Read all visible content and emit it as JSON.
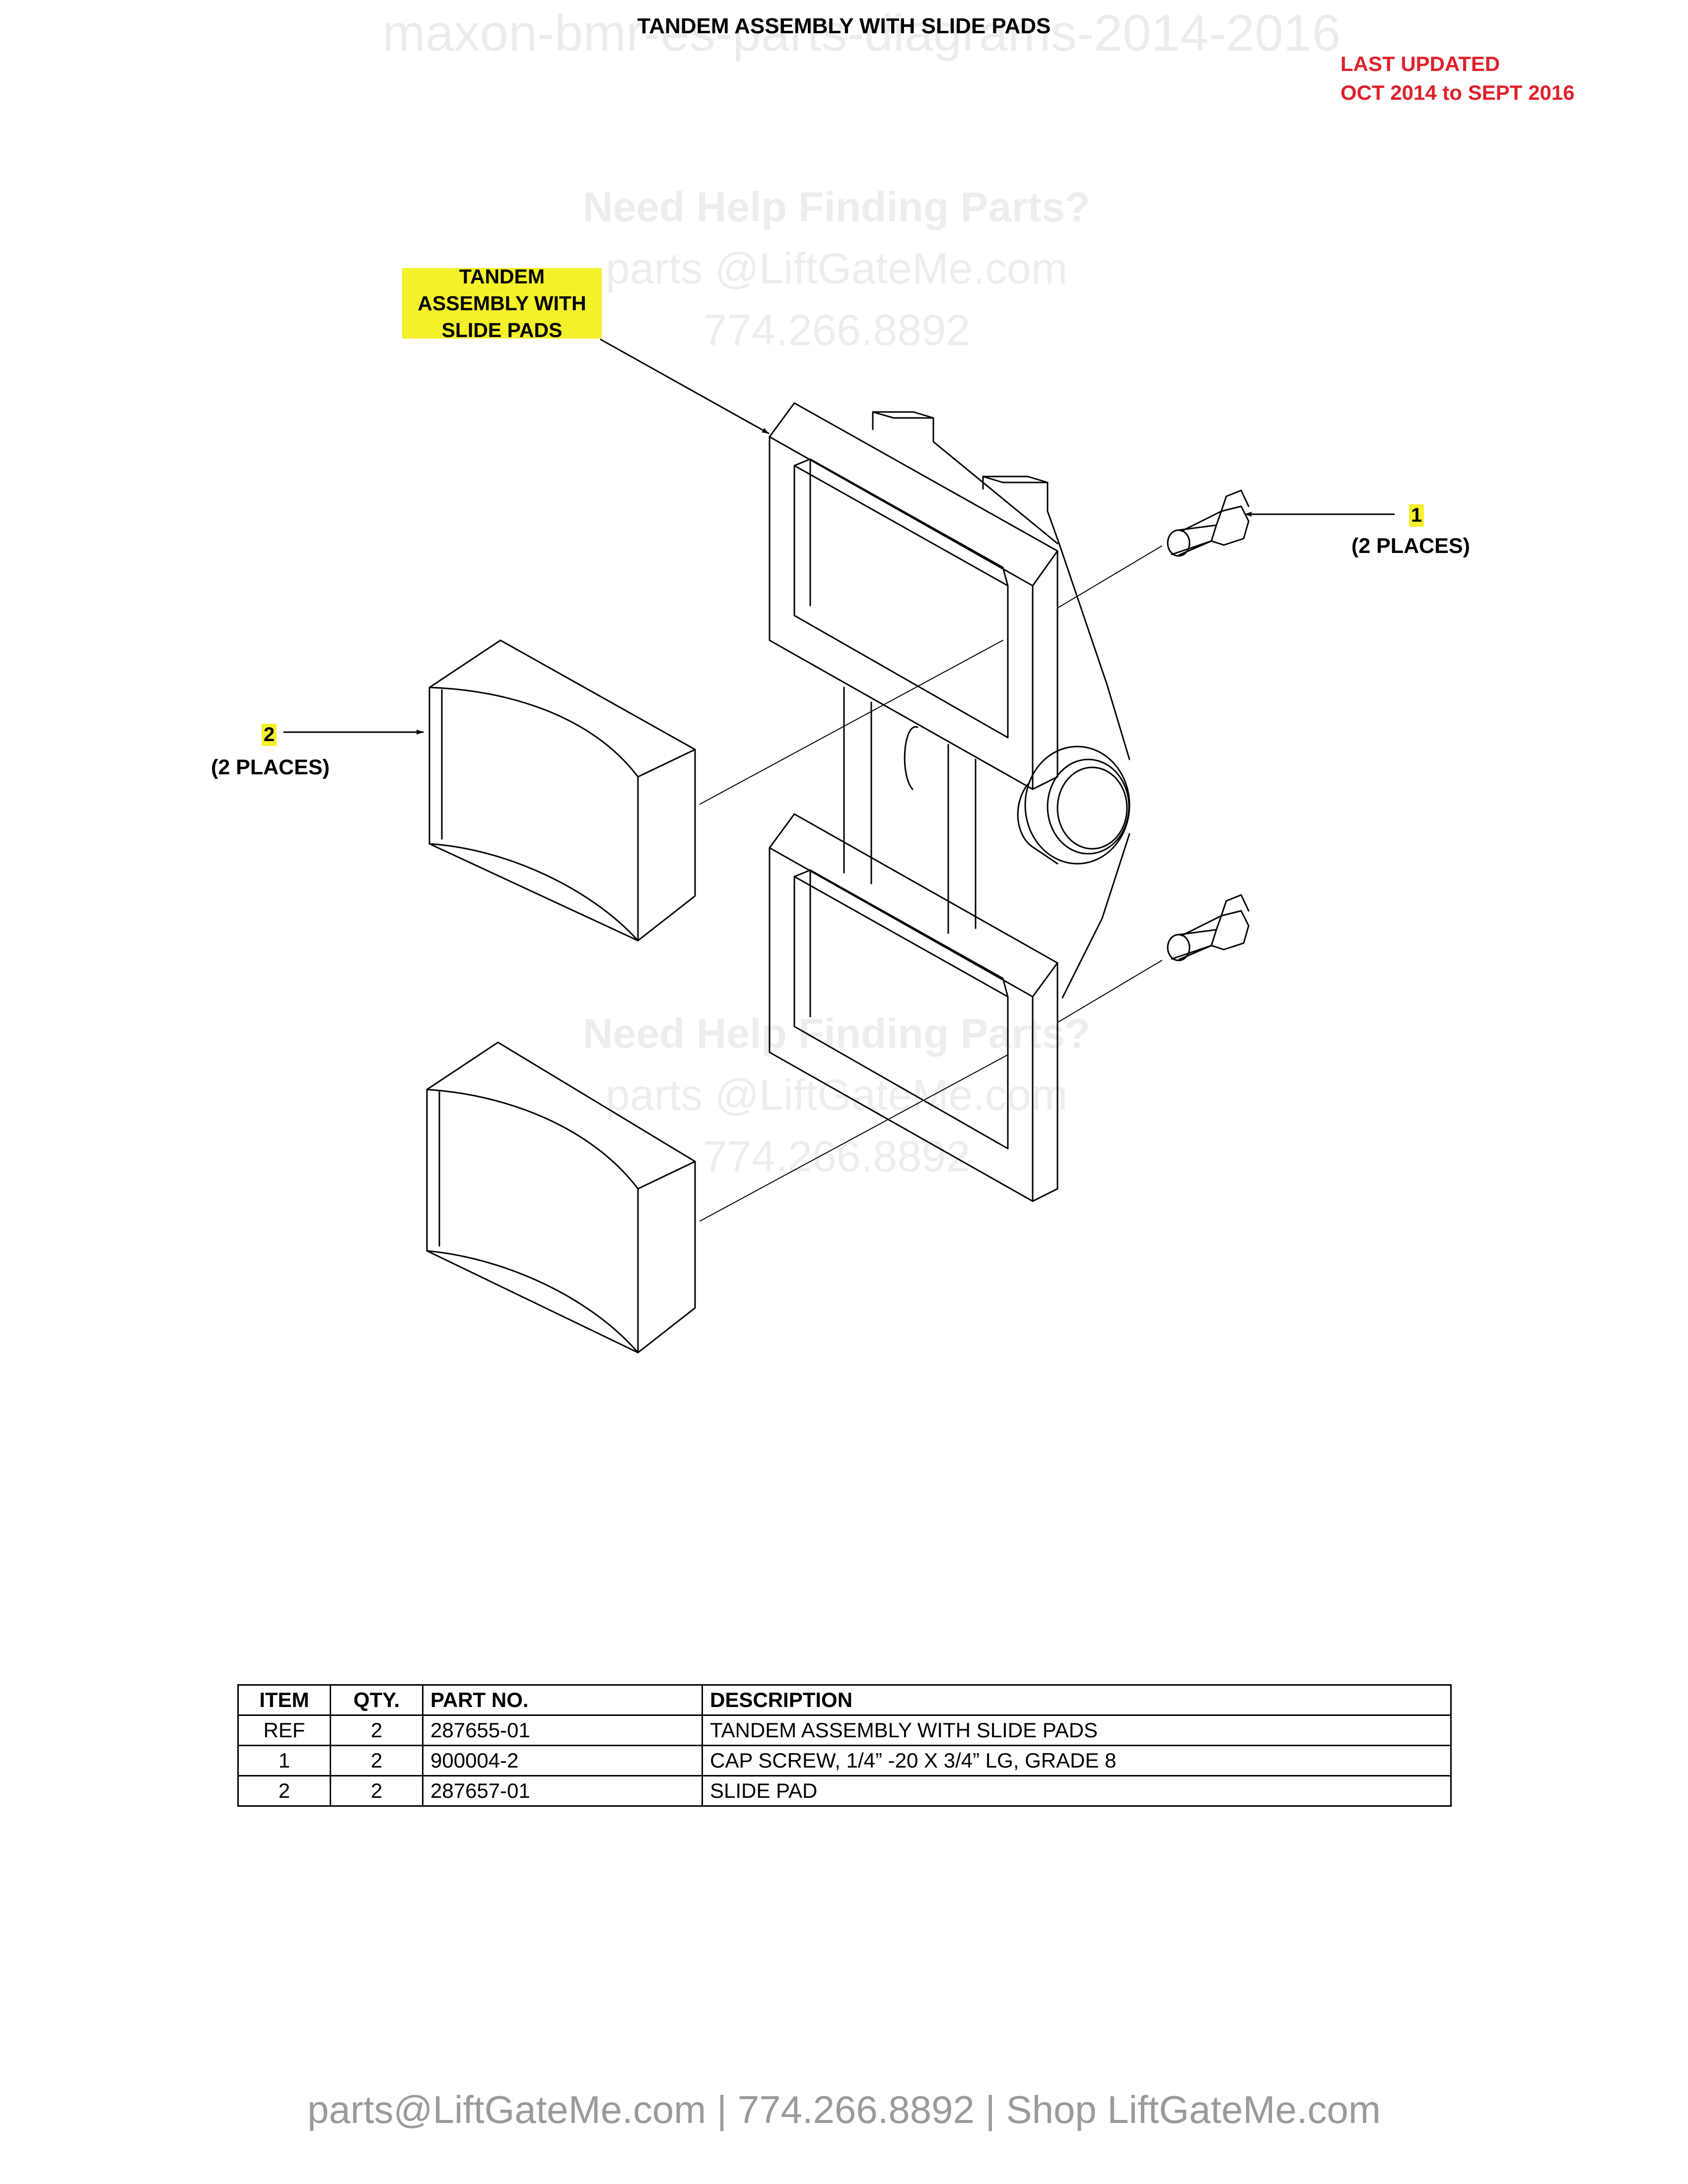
{
  "watermarks": {
    "top": "maxon-bmr-es-parts-diagrams-2014-2016",
    "help_blocks": [
      {
        "line1": "Need Help Finding Parts?",
        "line2": "parts @LiftGateMe.com",
        "line3": "774.266.8892"
      },
      {
        "line1": "Need Help Finding Parts?",
        "line2": "parts @LiftGateMe.com",
        "line3": "774.266.8892"
      }
    ]
  },
  "header": {
    "title": "TANDEM ASSEMBLY WITH SLIDE PADS",
    "last_updated_line1": "LAST UPDATED",
    "last_updated_line2": "OCT 2014 to SEPT 2016"
  },
  "callouts": {
    "assembly": {
      "line1": "TANDEM",
      "line2": "ASSEMBLY WITH",
      "line3": "SLIDE PADS"
    },
    "item1": {
      "number": "1",
      "places": "(2 PLACES)"
    },
    "item2": {
      "number": "2",
      "places": "(2 PLACES)"
    }
  },
  "colors": {
    "highlight": "#f4f02a",
    "updated_text": "#e0202a",
    "footer_text": "#9a9a9a"
  },
  "parts_table": {
    "headers": [
      "ITEM",
      "QTY.",
      "PART NO.",
      "DESCRIPTION"
    ],
    "rows": [
      {
        "item": "REF",
        "qty": "2",
        "part_no": "287655-01",
        "description": "TANDEM ASSEMBLY WITH SLIDE PADS"
      },
      {
        "item": "1",
        "qty": "2",
        "part_no": "900004-2",
        "description": "CAP SCREW, 1/4” -20 X 3/4” LG, GRADE 8"
      },
      {
        "item": "2",
        "qty": "2",
        "part_no": "287657-01",
        "description": "SLIDE PAD"
      }
    ]
  },
  "footer": {
    "text": "parts@LiftGateMe.com | 774.266.8892 | Shop LiftGateMe.com"
  }
}
